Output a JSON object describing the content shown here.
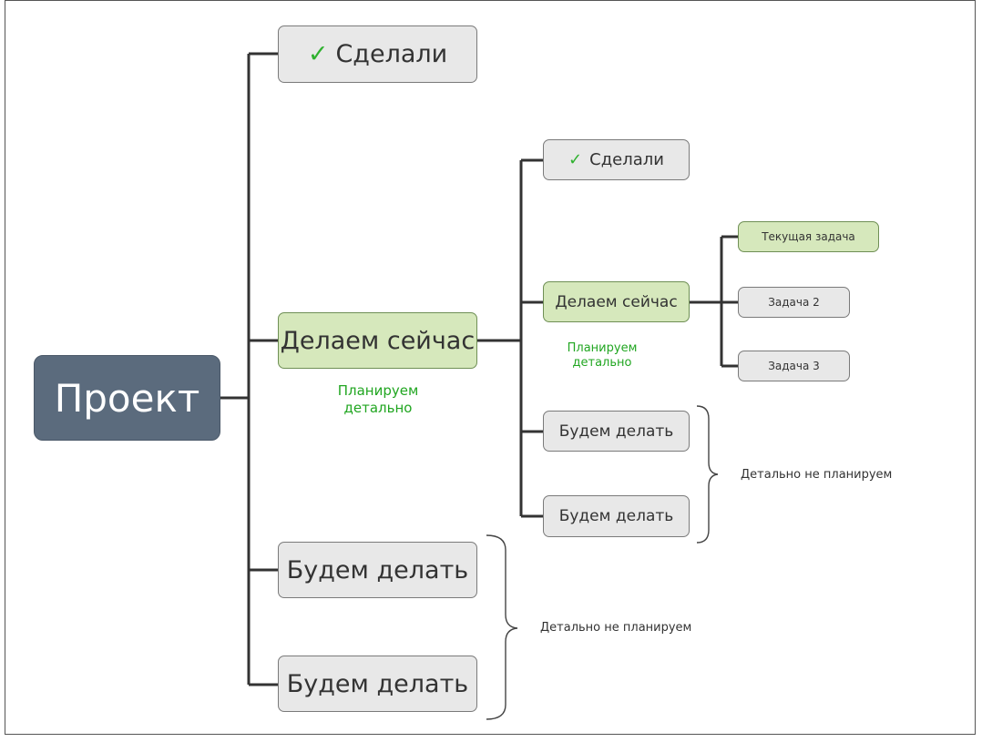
{
  "diagram": {
    "root": {
      "label": "Проект"
    },
    "level1": {
      "done": {
        "check": "✓",
        "label": "Сделали"
      },
      "now": {
        "label": "Делаем сейчас",
        "note": [
          "Планируем",
          "детально"
        ]
      },
      "later1": {
        "label": "Будем делать"
      },
      "later2": {
        "label": "Будем делать"
      },
      "later_note": "Детально не планируем"
    },
    "level2": {
      "done": {
        "check": "✓",
        "label": "Сделали"
      },
      "now": {
        "label": "Делаем сейчас",
        "note": [
          "Планируем",
          "детально"
        ]
      },
      "later1": {
        "label": "Будем делать"
      },
      "later2": {
        "label": "Будем делать"
      },
      "later_note": "Детально не планируем"
    },
    "level3": {
      "current": {
        "label": "Текущая задача"
      },
      "task2": {
        "label": "Задача 2"
      },
      "task3": {
        "label": "Задача 3"
      }
    },
    "colors": {
      "root_fill": "#5b6b7d",
      "active_fill": "#d6e8bc",
      "default_fill": "#e8e8e8",
      "note_text": "#21a621",
      "check_mark": "#2fb12f",
      "connector": "#333333"
    }
  }
}
